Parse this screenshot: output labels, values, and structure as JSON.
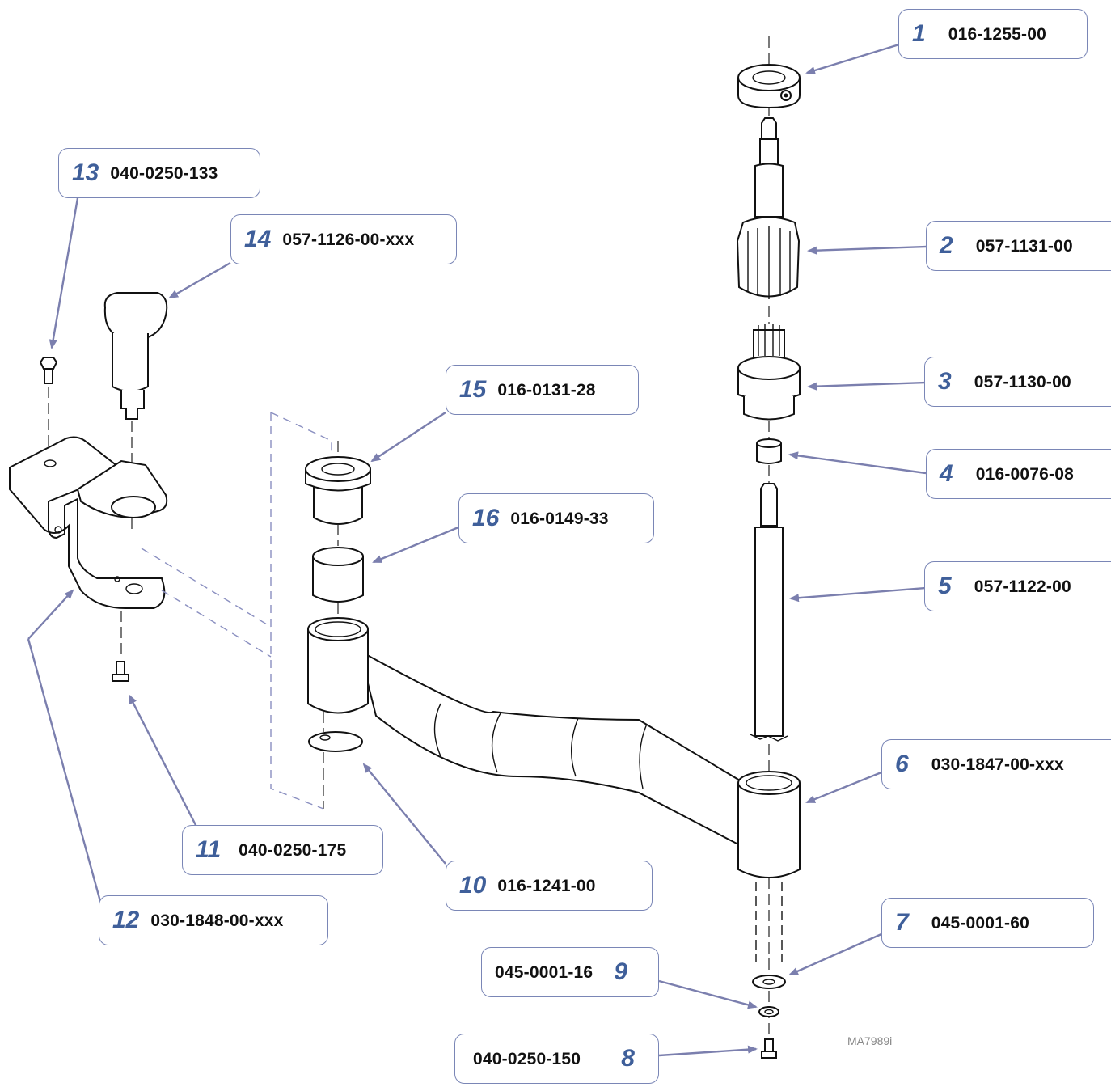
{
  "diagram": {
    "drawing_id": "MA7989i",
    "callouts": [
      {
        "num": "1",
        "part": "016-1255-00"
      },
      {
        "num": "2",
        "part": "057-1131-00"
      },
      {
        "num": "3",
        "part": "057-1130-00"
      },
      {
        "num": "4",
        "part": "016-0076-08"
      },
      {
        "num": "5",
        "part": "057-1122-00"
      },
      {
        "num": "6",
        "part": "030-1847-00-xxx"
      },
      {
        "num": "7",
        "part": "045-0001-60"
      },
      {
        "num": "8",
        "part": "040-0250-150"
      },
      {
        "num": "9",
        "part": "045-0001-16"
      },
      {
        "num": "10",
        "part": "016-1241-00"
      },
      {
        "num": "11",
        "part": "040-0250-175"
      },
      {
        "num": "12",
        "part": "030-1848-00-xxx"
      },
      {
        "num": "13",
        "part": "040-0250-133"
      },
      {
        "num": "14",
        "part": "057-1126-00-xxx"
      },
      {
        "num": "15",
        "part": "016-0131-28"
      },
      {
        "num": "16",
        "part": "016-0149-33"
      }
    ]
  }
}
